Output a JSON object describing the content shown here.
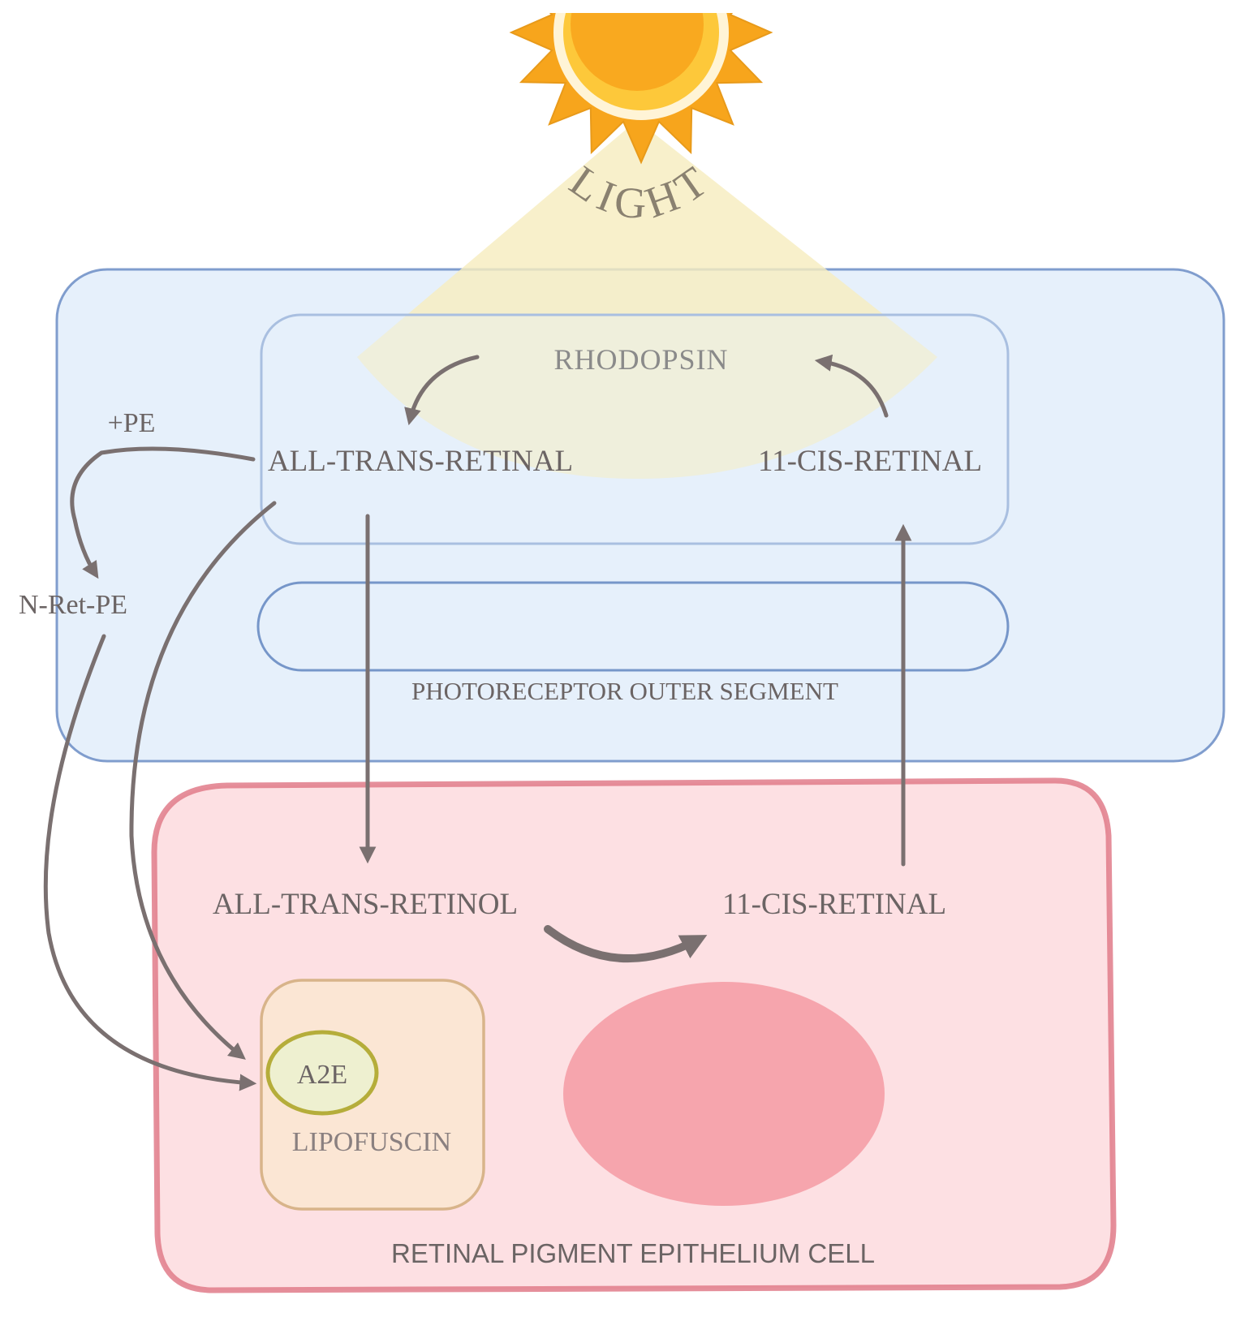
{
  "colors": {
    "sun_outer": "#f7a51c",
    "sun_inner": "#fdc83a",
    "light_beam": "#f7edc0",
    "photoreceptor_fill": "#e6f0fb",
    "photoreceptor_stroke": "#5a7fbd",
    "inner_box_stroke": "#a9bfe0",
    "rpe_fill": "#fde0e3",
    "rpe_stroke": "#e07b8a",
    "lipofuscin_fill": "#fbe6d4",
    "lipofuscin_stroke": "#d8b48a",
    "a2e_fill": "#eef0d0",
    "a2e_stroke": "#b5ad3a",
    "nucleus_fill": "#f6a5ad",
    "arrow": "#7a7070",
    "text": "#6b6464"
  },
  "labels": {
    "light": "LIGHT",
    "rhodopsin": "RHODOPSIN",
    "all_trans_retinal": "ALL-TRANS-RETINAL",
    "eleven_cis_retinal_top": "11-CIS-RETINAL",
    "plus_pe": "+PE",
    "n_ret_pe": "N-Ret-PE",
    "photoreceptor_outer_segment": "PHOTORECEPTOR OUTER SEGMENT",
    "all_trans_retinol": "ALL-TRANS-RETINOL",
    "eleven_cis_retinal_bottom": "11-CIS-RETINAL",
    "a2e": "A2E",
    "lipofuscin": "LIPOFUSCIN",
    "rpe_cell": "RETINAL PIGMENT EPITHELIUM CELL"
  },
  "icons": {
    "sun": "sun-icon"
  }
}
